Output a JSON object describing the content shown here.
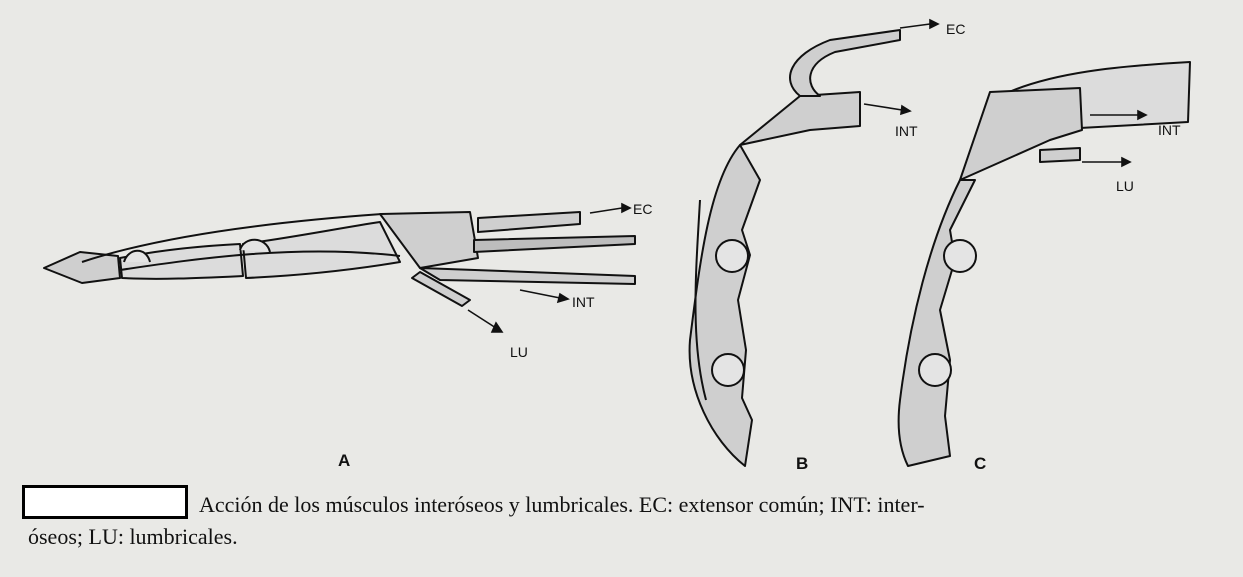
{
  "figure": {
    "panel_labels": {
      "a": "A",
      "b": "B",
      "c": "C"
    },
    "tendon_labels": {
      "a_ec": "EC",
      "a_int": "INT",
      "a_lu": "LU",
      "b_ec": "EC",
      "b_int": "INT",
      "c_int": "INT",
      "c_lu": "LU"
    },
    "colors": {
      "fill": "#cfcfcf",
      "stroke": "#111111",
      "background": "#e9e9e6"
    }
  },
  "caption": {
    "line1": "Acción de los músculos interóseos y lumbricales. EC: extensor común; INT: inter-",
    "line2": "óseos; LU: lumbricales."
  }
}
